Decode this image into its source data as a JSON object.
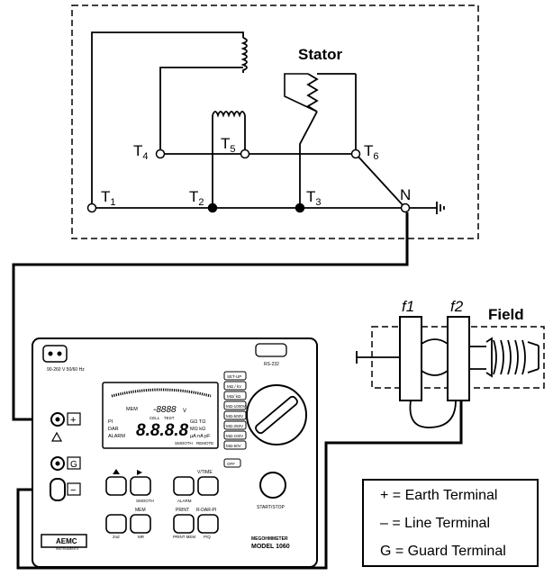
{
  "stator": {
    "title": "Stator",
    "terminals": {
      "t1": {
        "letter": "T",
        "sub": "1"
      },
      "t2": {
        "letter": "T",
        "sub": "2"
      },
      "t3": {
        "letter": "T",
        "sub": "3"
      },
      "t4": {
        "letter": "T",
        "sub": "4"
      },
      "t5": {
        "letter": "T",
        "sub": "5"
      },
      "t6": {
        "letter": "T",
        "sub": "6"
      },
      "n": "N"
    }
  },
  "field": {
    "title": "Field",
    "f1": "f1",
    "f2": "f2"
  },
  "meter": {
    "brand": "AEMC",
    "brand_sub": "INSTRUMENTS",
    "model_line1": "MEGOHMMETER",
    "model_line2": "MODEL 1060",
    "rs232": "RS-232",
    "power_label": "90-260 V 50/60 Hz",
    "start_stop": "START/STOP",
    "term_plus": "+",
    "term_g": "G",
    "term_minus": "−",
    "buttons": {
      "smooth": "SMOOTH",
      "alarm": "ALARM",
      "vtime": "V/TIME",
      "mem": "MEM",
      "mr": "MR",
      "print": "PRINT",
      "print_mem": "PRINT MEM",
      "rdarpi": "R-DAR-PI",
      "pi_btn": "P/Q",
      "second": "2nd"
    },
    "dial_positions": [
      "SET-UP",
      "MΩ / kV",
      "MΩ/ kΩ",
      "MΩ-1000V",
      "MΩ-500V",
      "MΩ-250V",
      "MΩ-100V",
      "MΩ-50V",
      "OFF"
    ],
    "display": {
      "digits_small": "-8888",
      "digits_main": "8.8.8.8",
      "unit_small": "V",
      "labels_left": [
        "PI",
        "DAR",
        "ALARM"
      ],
      "labels_right": [
        "GΩ TΩ",
        "MΩ kΩ",
        "µA nA pF"
      ],
      "labels_bottom": [
        "SMOOTH",
        "REMOTE"
      ],
      "mem": "MEM",
      "cell": "CELL",
      "test": "TEST"
    }
  },
  "legend": {
    "earth": "+ = Earth Terminal",
    "line": "– = Line Terminal",
    "guard": "G = Guard Terminal"
  }
}
